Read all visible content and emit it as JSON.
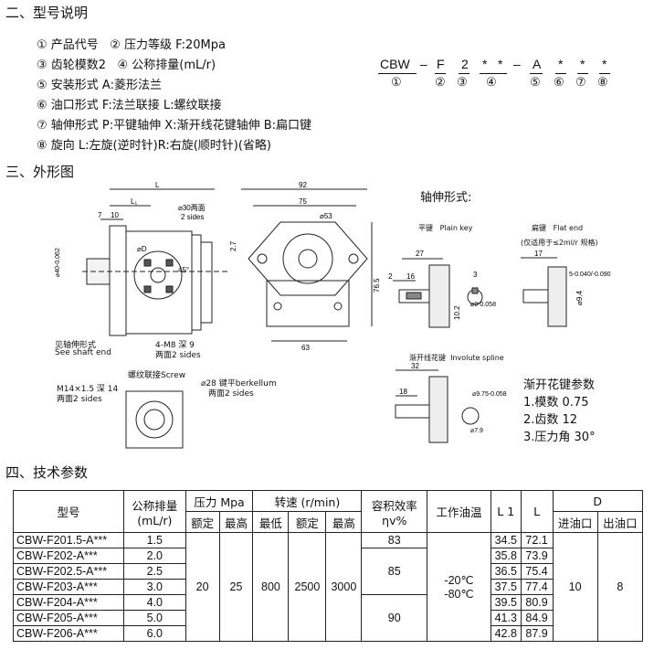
{
  "sec2": {
    "title": "二、型号说明",
    "items": [
      [
        "①",
        "产品代号"
      ],
      [
        "②",
        "压力等级 F:20Mpa"
      ],
      [
        "③",
        "齿轮模数2"
      ],
      [
        "④",
        "公称排量(mL/r)"
      ],
      [
        "⑤",
        "安装形式 A:菱形法兰"
      ],
      [
        "⑥",
        "油口形式 F:法兰联接 L:螺纹联接"
      ],
      [
        "⑦",
        "轴伸形式 P:平键轴伸 X:渐开线花键轴伸 B:扁口键"
      ],
      [
        "⑧",
        "旋向 L:左旋(逆时针)R:右旋(顺时针)(省略)"
      ]
    ],
    "model_code": [
      "CBW",
      "–",
      "F",
      "2",
      "*",
      "*",
      "–",
      "A",
      "*",
      "*",
      "*"
    ],
    "model_nums": [
      "①",
      "②",
      "③",
      "④",
      "⑤",
      "⑥",
      "⑦",
      "⑧"
    ]
  },
  "sec3": {
    "title": "三、外形图",
    "dims": {
      "L": "L",
      "L1": "L₁",
      "d7": "7",
      "d10": "10",
      "d30": "⌀30两面",
      "d30b": "2 sides",
      "phiD": "⌀D",
      "angle": "45°",
      "phi40": "⌀40-0.062",
      "see_shaft_cn": "见轴伸形式",
      "see_shaft_en": "See shaft end",
      "m8_cn": "4-M8 深 9",
      "m8_en": "两面2 sides",
      "w92": "92",
      "w75": "75",
      "phi53": "⌀53",
      "h27": "2.7",
      "h765": "76.5",
      "w63": "63",
      "screw": "螺纹联接Screw",
      "m14": "M14×1.5 深 14",
      "m14b": "两面2 sides",
      "d28": "⌀28 键平berkellum",
      "d28b": "两面2 sides"
    },
    "shaft_title": "轴伸形式:",
    "plain_key_cn": "平键",
    "plain_key_en": "Plain key",
    "flat_end_cn": "扁键",
    "flat_end_en": "Flat end",
    "flat_note": "(仅适用于≤2ml/r 规格)",
    "pk": {
      "d27": "27",
      "d2": "2",
      "d16": "16",
      "d3": "3",
      "d102": "10.2",
      "d9": "⌀9-0.058"
    },
    "fe": {
      "d17": "17",
      "d5": "5-0.040/-0.090",
      "d94": "⌀9.4"
    },
    "spline_cn": "渐开线花键",
    "spline_en": "Involute spline",
    "sp": {
      "d32": "32",
      "d18": "18",
      "d975": "⌀9.75-0.058",
      "d79": "⌀7.9"
    },
    "spline_params": {
      "title": "渐开花键参数",
      "rows": [
        "1.模数    0.75",
        "2.齿数     12",
        "3.压力角   30°"
      ]
    }
  },
  "sec4": {
    "title": "四、技术参数",
    "headers": {
      "model": "型号",
      "disp": "公称排量",
      "disp_unit": "(mL/r)",
      "pressure": "压力 Mpa",
      "rated": "额定",
      "max": "最高",
      "speed": "转速 (r/min)",
      "min": "最低",
      "rated2": "额定",
      "max2": "最高",
      "eff": "容积效率",
      "eff_unit": "ηv%",
      "temp": "工作油温",
      "L1": "L 1",
      "L": "L",
      "D": "D",
      "inlet": "进油口",
      "outlet": "出油口"
    },
    "rows": [
      {
        "model": "CBW-F201.5-A***",
        "disp": "1.5",
        "L1": "34.5",
        "L": "72.1"
      },
      {
        "model": "CBW-F202-A***",
        "disp": "2.0",
        "L1": "35.8",
        "L": "73.9"
      },
      {
        "model": "CBW-F202.5-A***",
        "disp": "2.5",
        "L1": "36.5",
        "L": "75.4"
      },
      {
        "model": "CBW-F203-A***",
        "disp": "3.0",
        "L1": "37.5",
        "L": "77.4"
      },
      {
        "model": "CBW-F204-A***",
        "disp": "4.0",
        "L1": "39.5",
        "L": "80.9"
      },
      {
        "model": "CBW-F205-A***",
        "disp": "5.0",
        "L1": "41.3",
        "L": "84.9"
      },
      {
        "model": "CBW-F206-A***",
        "disp": "6.0",
        "L1": "42.8",
        "L": "87.9"
      }
    ],
    "shared": {
      "rated_p": "20",
      "max_p": "25",
      "min_s": "800",
      "rated_s": "2500",
      "max_s": "3000",
      "eff1": "83",
      "eff2": "85",
      "eff3": "90",
      "temp_a": "-20℃",
      "temp_b": "-80℃",
      "inlet": "10",
      "outlet": "8"
    }
  }
}
